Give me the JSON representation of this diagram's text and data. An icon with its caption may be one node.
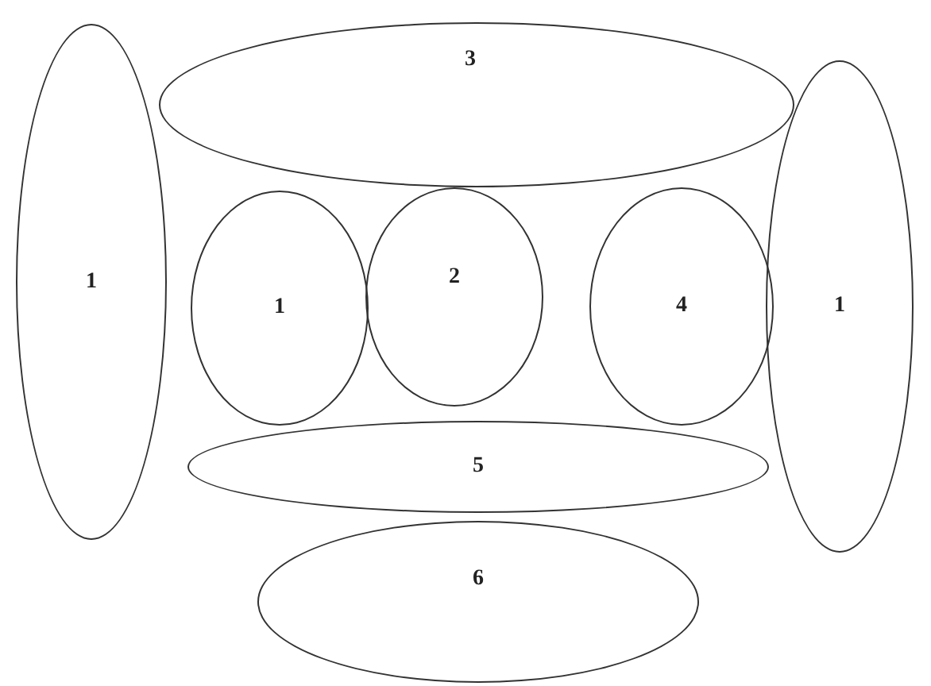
{
  "diagram": {
    "nodes": [
      {
        "text": [
          "1"
        ]
      },
      {
        "text": [
          "3"
        ]
      },
      {
        "text": [
          "1"
        ]
      },
      {
        "text": [
          "2"
        ]
      },
      {
        "text": [
          "4"
        ]
      },
      {
        "text": [
          "1"
        ]
      },
      {
        "text": [
          "5"
        ]
      },
      {
        "text": [
          "6"
        ]
      }
    ]
  }
}
